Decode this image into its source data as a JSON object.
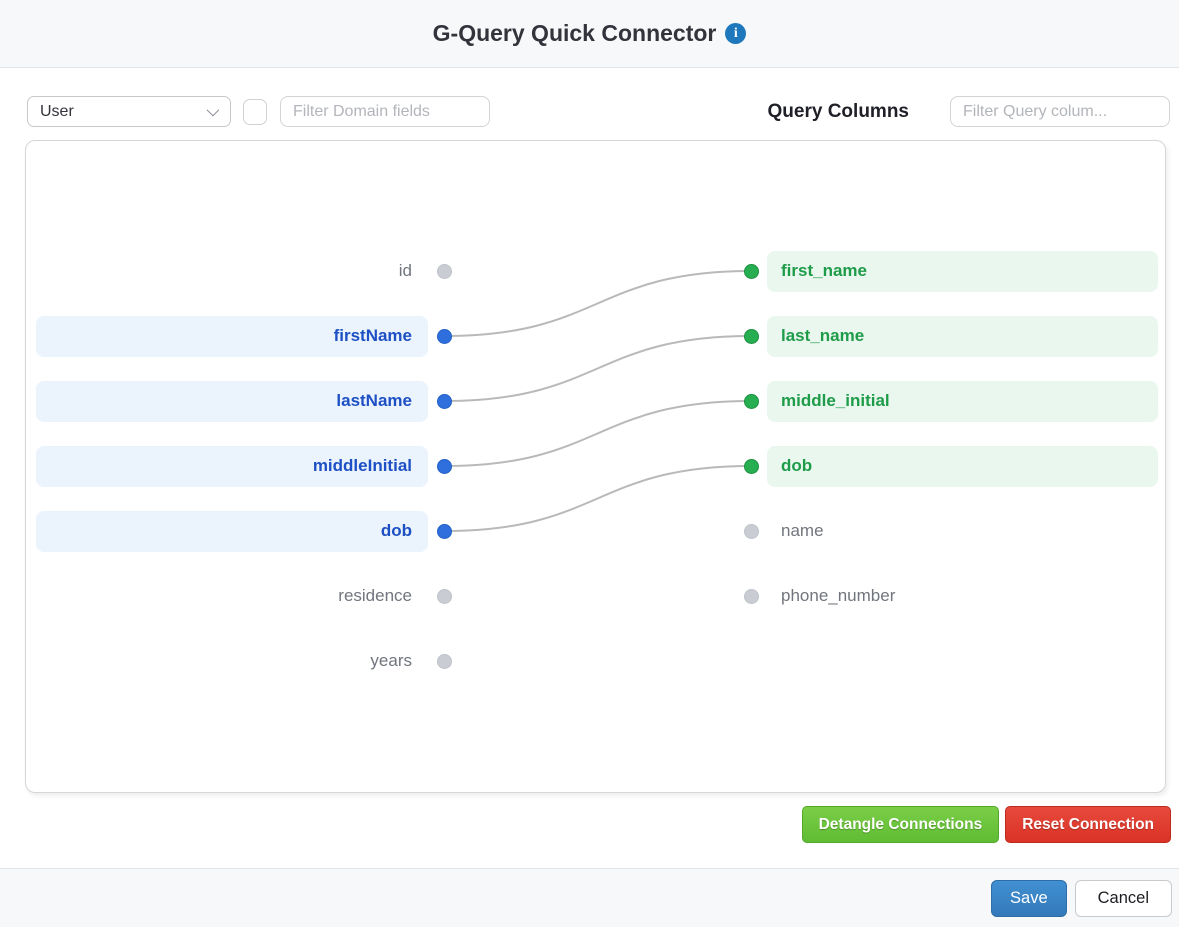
{
  "header": {
    "title": "G-Query Quick Connector",
    "info_icon_glyph": "i"
  },
  "toolbar": {
    "domain_select_value": "User",
    "domain_checkbox_checked": false,
    "domain_filter_placeholder": "Filter Domain fields",
    "query_columns_label": "Query Columns",
    "query_filter_placeholder": "Filter Query colum..."
  },
  "mapping": {
    "domain_fields": [
      {
        "label": "id",
        "connected": false
      },
      {
        "label": "firstName",
        "connected": true
      },
      {
        "label": "lastName",
        "connected": true
      },
      {
        "label": "middleInitial",
        "connected": true
      },
      {
        "label": "dob",
        "connected": true
      },
      {
        "label": "residence",
        "connected": false
      },
      {
        "label": "years",
        "connected": false
      }
    ],
    "query_columns": [
      {
        "label": "first_name",
        "connected": true
      },
      {
        "label": "last_name",
        "connected": true
      },
      {
        "label": "middle_initial",
        "connected": true
      },
      {
        "label": "dob",
        "connected": true
      },
      {
        "label": "name",
        "connected": false
      },
      {
        "label": "phone_number",
        "connected": false
      }
    ],
    "connections": [
      {
        "from": "firstName",
        "to": "first_name",
        "from_index": 1,
        "to_index": 0
      },
      {
        "from": "lastName",
        "to": "last_name",
        "from_index": 2,
        "to_index": 1
      },
      {
        "from": "middleInitial",
        "to": "middle_initial",
        "from_index": 3,
        "to_index": 2
      },
      {
        "from": "dob",
        "to": "dob",
        "from_index": 4,
        "to_index": 3
      }
    ]
  },
  "actions": {
    "detangle_label": "Detangle Connections",
    "reset_label": "Reset Connection"
  },
  "footer": {
    "save_label": "Save",
    "cancel_label": "Cancel"
  },
  "colors": {
    "domain_accent": "#1d50c4",
    "domain_pill_bg": "#ebf3fd",
    "domain_dot": "#2f6fdd",
    "query_accent": "#1f9c49",
    "query_pill_bg": "#e9f7ee",
    "query_dot": "#27ae51",
    "unconnected_text": "#71757d",
    "unconnected_dot": "#c9cdd3",
    "wire": "#b9b9b9",
    "detangle_button": "#6cc43c",
    "reset_button": "#e23b2e",
    "save_button": "#3a86c8"
  }
}
